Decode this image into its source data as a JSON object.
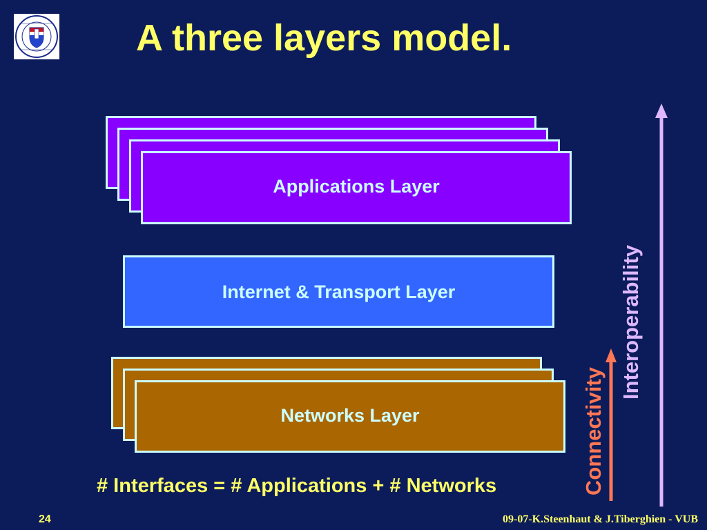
{
  "slide": {
    "title": "A three layers model.",
    "logo_text": "VRIJE UNIVERSITEIT BRUSSEL · SCIENTIA VINCERE TENEBRAS"
  },
  "layers": {
    "applications": "Applications Layer",
    "internet_transport": "Internet & Transport Layer",
    "networks": "Networks Layer"
  },
  "formula": "# Interfaces = # Applications + # Networks",
  "axes": {
    "connectivity": "Connectivity",
    "interoperability": "Interoperability"
  },
  "footer": {
    "page_number": "24",
    "credit": "09-07-K.Steenhaut & J.Tiberghien - VUB"
  },
  "colors": {
    "background": "#0c1c5a",
    "title": "#ffff66",
    "applications_fill": "#8800ff",
    "internet_fill": "#3366ff",
    "networks_fill": "#aa6600",
    "box_border": "#ccffff",
    "connectivity": "#ff7755",
    "interoperability": "#ddb8ff"
  }
}
